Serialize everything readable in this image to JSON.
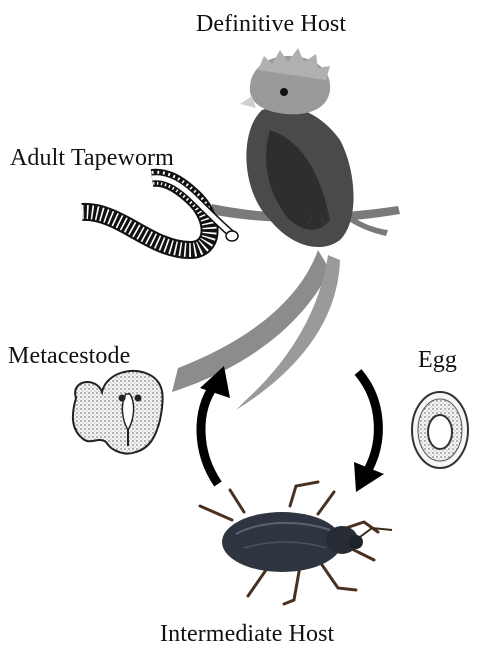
{
  "diagram": {
    "labels": {
      "definitive_host": "Definitive Host",
      "adult_tapeworm": "Adult Tapeworm",
      "metacestode": "Metacestode",
      "egg": "Egg",
      "intermediate_host": "Intermediate Host"
    },
    "colors": {
      "text": "#111111",
      "arrow": "#000000",
      "bird_body": "#4a4a4a",
      "bird_wing": "#2e2e2e",
      "bird_crest": "#9a9a9a",
      "bird_tail": "#8c8c8c",
      "branch": "#7a7a7a",
      "beetle_body": "#2f3540",
      "beetle_legs": "#4a3020"
    },
    "icons": [
      "quetzal-bird-icon",
      "tapeworm-icon",
      "metacestode-icon",
      "egg-icon",
      "beetle-icon",
      "cycle-arrow-icon"
    ]
  }
}
